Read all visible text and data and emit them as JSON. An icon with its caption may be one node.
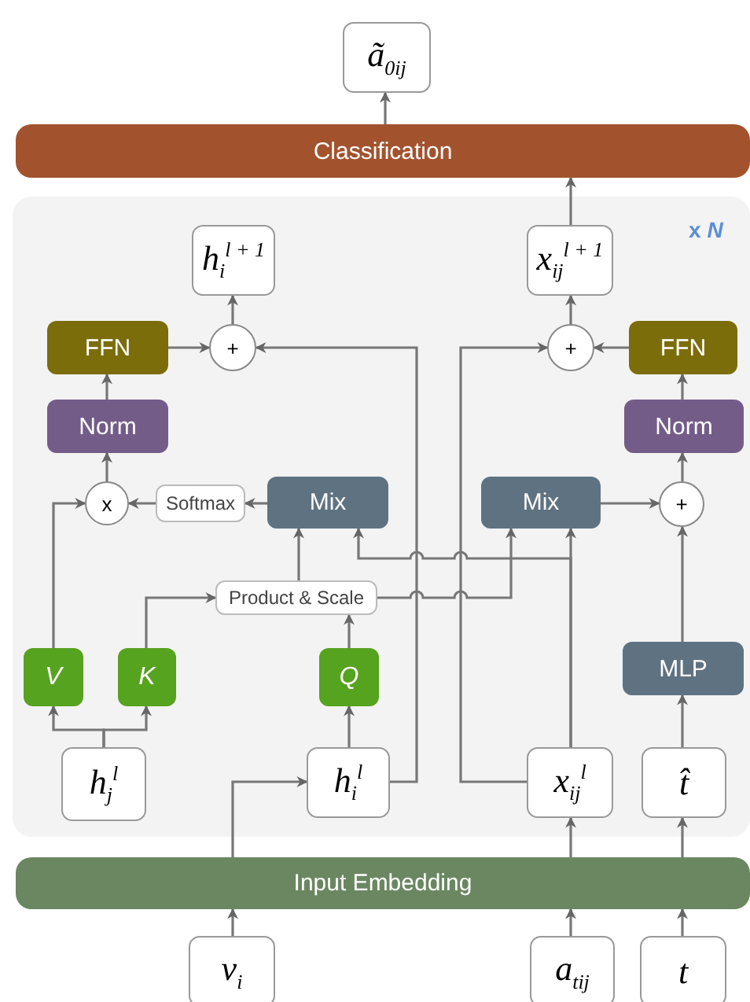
{
  "diagram": {
    "nodes": [
      {
        "text": [
          "ã$_{0ij}$"
        ]
      },
      {
        "text": [
          "Classification"
        ]
      },
      {
        "text": [],
        "shape": "box"
      },
      {
        "text": [
          "h$_{i}$$^{l + 1}$"
        ],
        "in": 2
      },
      {
        "text": [
          "FFN"
        ],
        "in": 2
      },
      {
        "text": [
          "+"
        ],
        "in": 2
      },
      {
        "text": [
          "x$_{ij}$$^{l + 1}$"
        ],
        "in": 2
      },
      {
        "text": [
          "+"
        ],
        "in": 2
      },
      {
        "text": [
          "FFN"
        ],
        "in": 2
      },
      {
        "text": [
          "Norm"
        ],
        "in": 2
      },
      {
        "text": [
          "Norm"
        ],
        "in": 2
      },
      {
        "text": [
          "x"
        ],
        "in": 2
      },
      {
        "text": [
          "Softmax"
        ],
        "in": 2
      },
      {
        "text": [
          "Mix"
        ],
        "in": 2
      },
      {
        "text": [
          "Mix"
        ],
        "in": 2
      },
      {
        "text": [
          "+"
        ],
        "in": 2
      },
      {
        "text": [
          "Product & Scale"
        ],
        "in": 2
      },
      {
        "text": [
          "V"
        ],
        "in": 2
      },
      {
        "text": [
          "K"
        ],
        "in": 2
      },
      {
        "text": [
          "Q"
        ],
        "in": 2
      },
      {
        "text": [
          "MLP"
        ],
        "in": 2
      },
      {
        "text": [
          "h$_{j}$$^{l}$"
        ],
        "in": 2
      },
      {
        "text": [
          "h$_{i}$$^{l}$"
        ],
        "in": 2
      },
      {
        "text": [
          "x$_{ij}$$^{l}$"
        ],
        "in": 2
      },
      {
        "text": [
          "t̂"
        ],
        "in": 2
      },
      {
        "text": [
          "Input Embedding"
        ]
      },
      {
        "text": [
          "v$_{i}$"
        ]
      },
      {
        "text": [
          "a$_{tij}$"
        ]
      },
      {
        "text": [
          "t"
        ]
      }
    ],
    "edges": [
      {
        "from": 1,
        "to": 0,
        "arrow": "to"
      },
      {
        "from": 6,
        "to": 1,
        "arrow": "to"
      },
      {
        "from": 5,
        "to": 3,
        "arrow": "to"
      },
      {
        "from": 4,
        "to": 5,
        "arrow": "to"
      },
      {
        "from": 9,
        "to": 4,
        "arrow": "to"
      },
      {
        "from": 11,
        "to": 9,
        "arrow": "to"
      },
      {
        "from": 12,
        "to": 11,
        "arrow": "to"
      },
      {
        "from": 13,
        "to": 12,
        "arrow": "to"
      },
      {
        "from": 17,
        "to": 11,
        "arrow": "to"
      },
      {
        "from": 18,
        "to": 16,
        "arrow": "to"
      },
      {
        "from": 19,
        "to": 16,
        "arrow": "to"
      },
      {
        "from": 16,
        "to": 13,
        "arrow": "to"
      },
      {
        "from": 16,
        "to": 14,
        "arrow": "to"
      },
      {
        "from": 21,
        "to": 17,
        "arrow": "to"
      },
      {
        "from": 21,
        "to": 18,
        "arrow": "to"
      },
      {
        "from": 22,
        "to": 19,
        "arrow": "to"
      },
      {
        "from": 22,
        "to": 5,
        "arrow": "to"
      },
      {
        "from": 23,
        "to": 14,
        "arrow": "to"
      },
      {
        "from": 23,
        "to": 13,
        "arrow": "to"
      },
      {
        "from": 23,
        "to": 7,
        "arrow": "to"
      },
      {
        "from": 14,
        "to": 15,
        "arrow": "to"
      },
      {
        "from": 15,
        "to": 10,
        "arrow": "to"
      },
      {
        "from": 10,
        "to": 8,
        "arrow": "to"
      },
      {
        "from": 8,
        "to": 7,
        "arrow": "to"
      },
      {
        "from": 7,
        "to": 6,
        "arrow": "to"
      },
      {
        "from": 20,
        "to": 15,
        "arrow": "to"
      },
      {
        "from": 24,
        "to": 20,
        "arrow": "to"
      },
      {
        "from": 25,
        "to": 22,
        "arrow": "to"
      },
      {
        "from": 25,
        "to": 23,
        "arrow": "to"
      },
      {
        "from": 25,
        "to": 24,
        "arrow": "to"
      },
      {
        "from": 26,
        "to": 25,
        "arrow": "to"
      },
      {
        "from": 27,
        "to": 25,
        "arrow": "to"
      },
      {
        "from": 28,
        "to": 25,
        "arrow": "to"
      }
    ],
    "labels": [
      "x *N*"
    ]
  }
}
